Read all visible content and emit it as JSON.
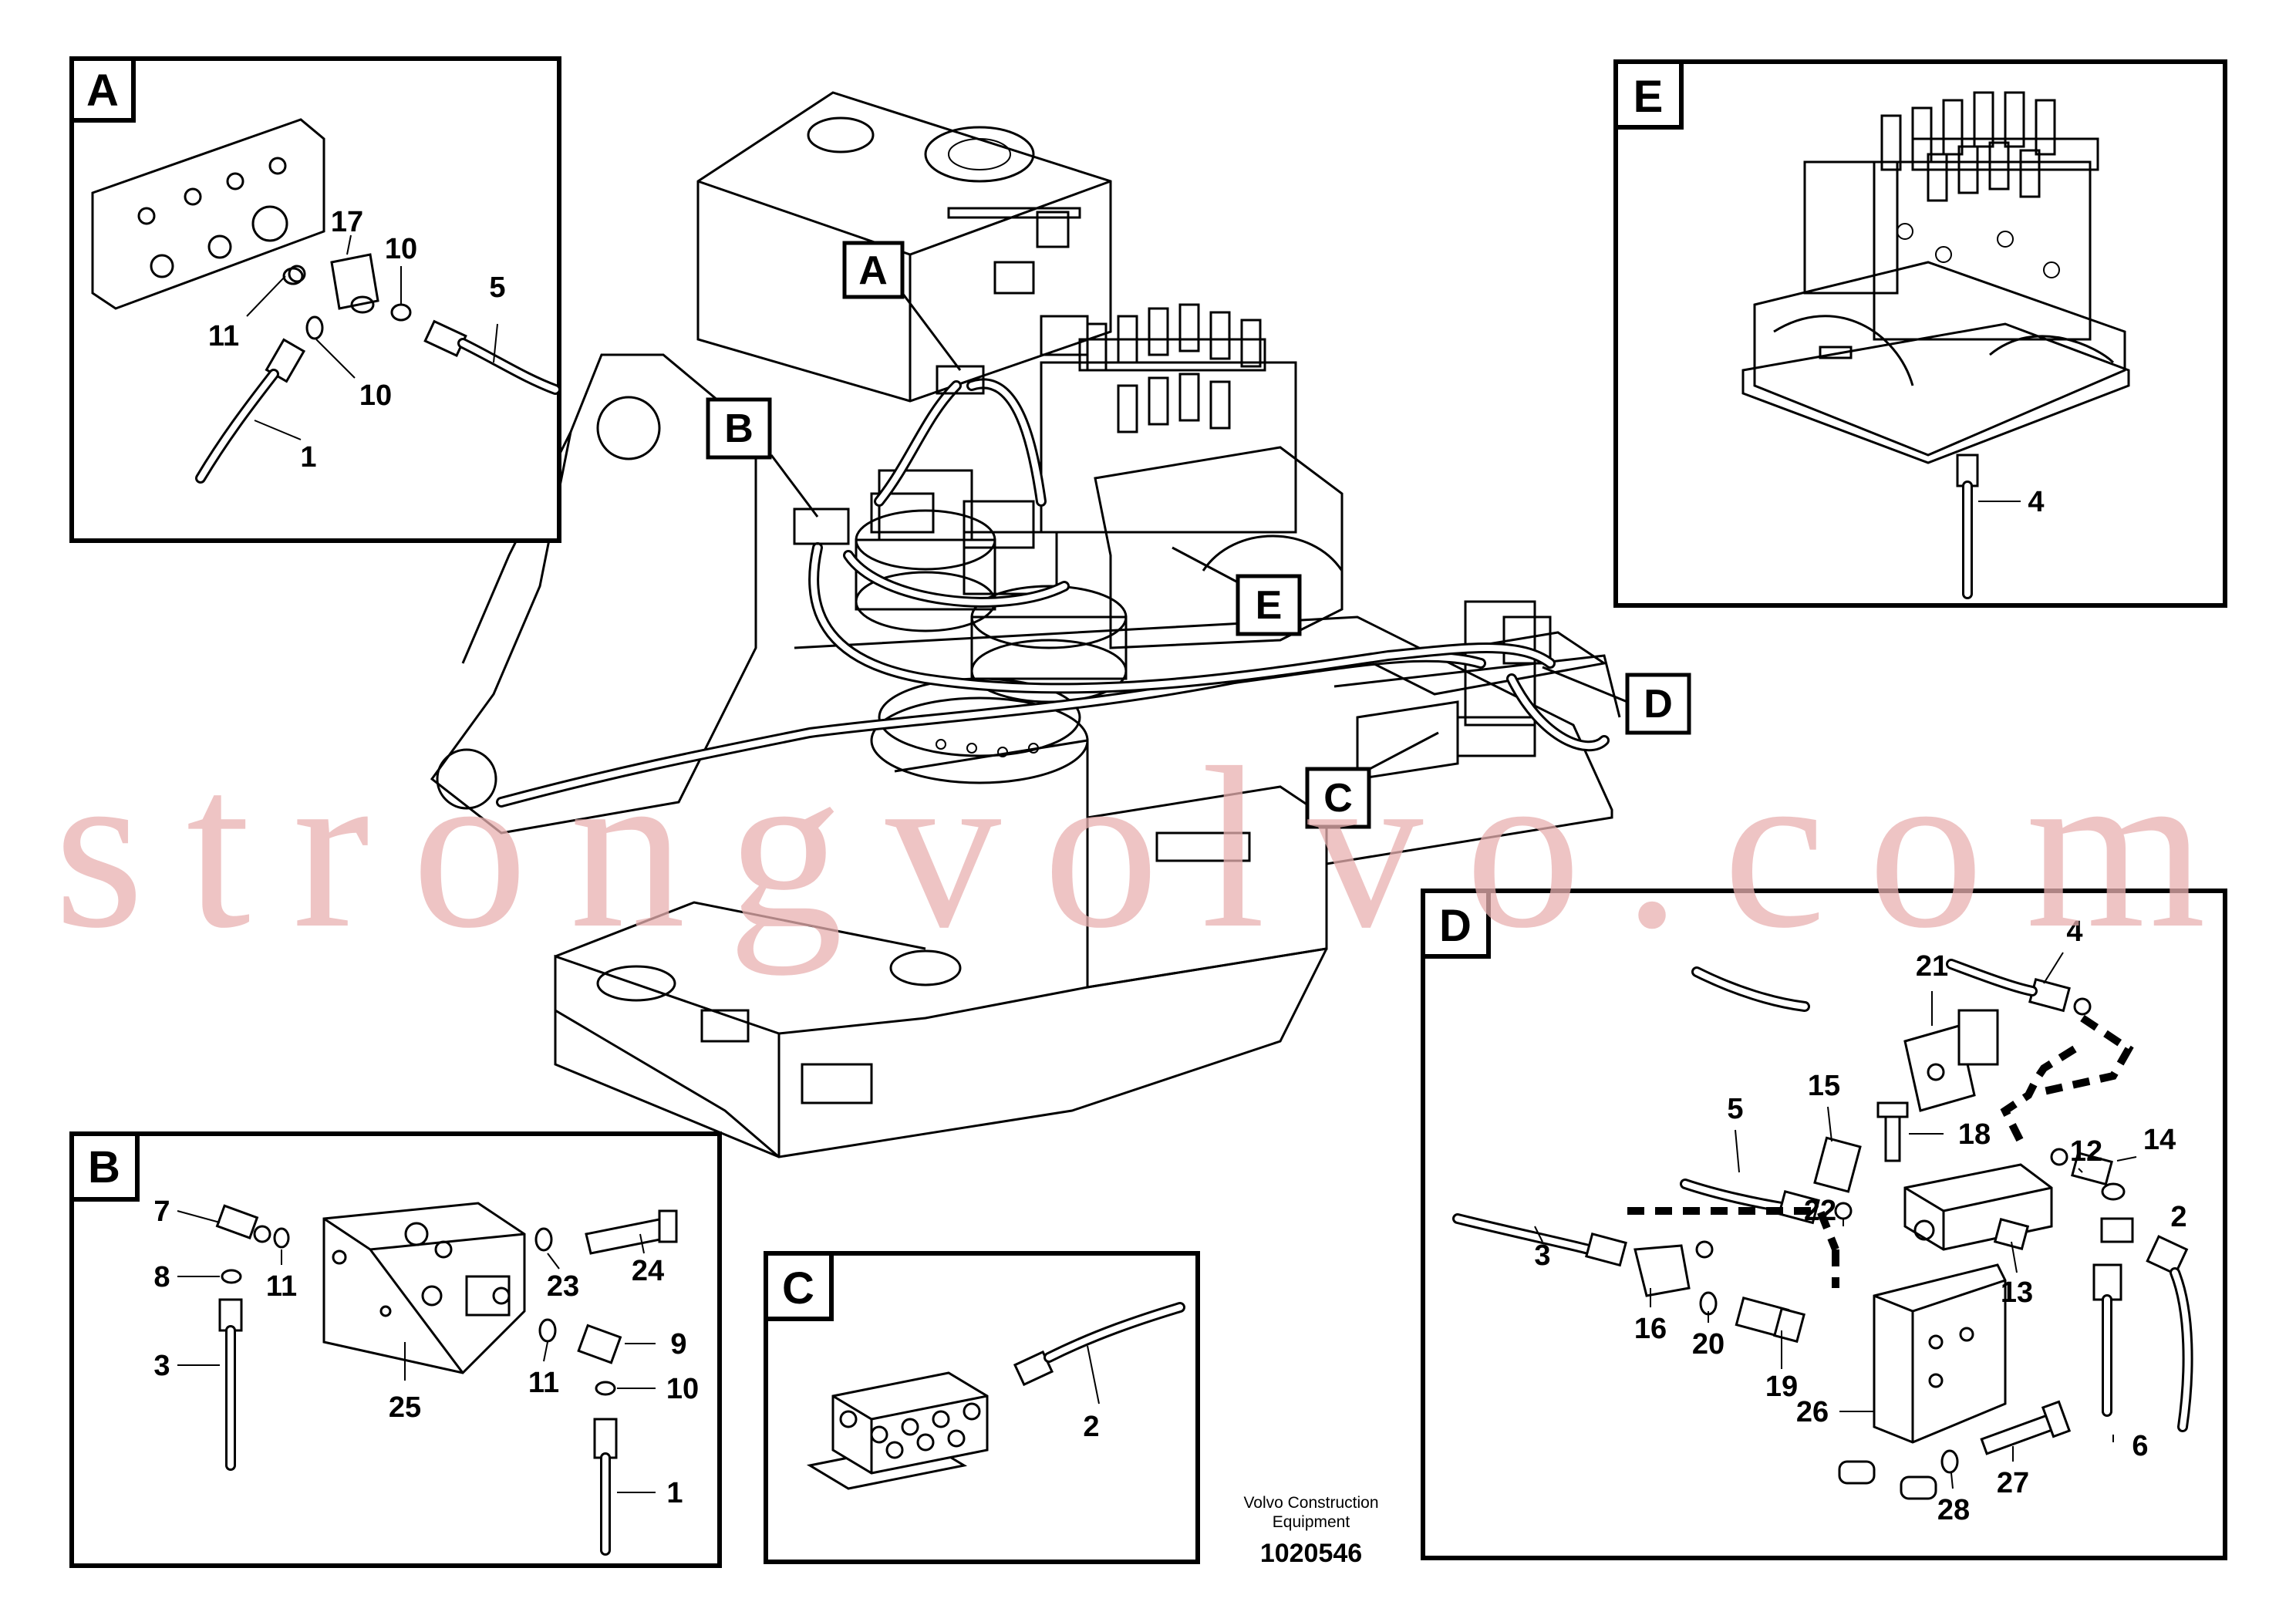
{
  "main": {
    "callouts": [
      "A",
      "B",
      "C",
      "D",
      "E"
    ]
  },
  "panels": {
    "A": {
      "letter": "A",
      "labels": [
        "17",
        "10",
        "5",
        "11",
        "10",
        "1"
      ]
    },
    "B": {
      "letter": "B",
      "labels": [
        "7",
        "8",
        "3",
        "11",
        "23",
        "24",
        "25",
        "11",
        "9",
        "10",
        "1"
      ]
    },
    "C": {
      "letter": "C",
      "labels": [
        "2"
      ]
    },
    "D": {
      "letter": "D",
      "labels": [
        "4",
        "21",
        "5",
        "15",
        "18",
        "14",
        "22",
        "12",
        "2",
        "3",
        "16",
        "20",
        "19",
        "13",
        "26",
        "6",
        "28",
        "27"
      ]
    },
    "E": {
      "letter": "E",
      "labels": [
        "4"
      ]
    }
  },
  "footer": {
    "company_line1": "Volvo Construction",
    "company_line2": "Equipment",
    "drawing_number": "1020546"
  },
  "watermark": {
    "text": "strongvolvo.com",
    "color": "#e8b0b0"
  }
}
